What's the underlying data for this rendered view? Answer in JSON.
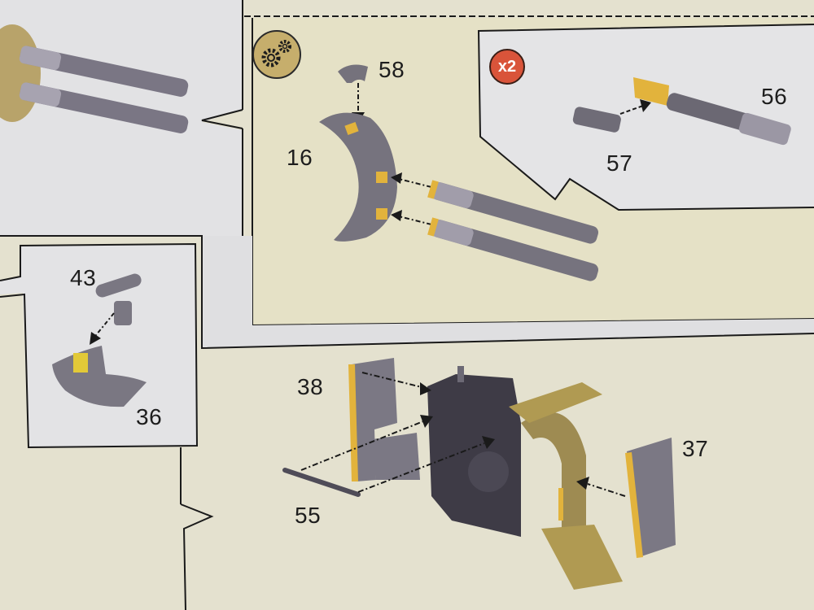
{
  "page": {
    "type": "assembly-instruction-sheet",
    "colors": {
      "paper_beige": "#e4e1cf",
      "panel_grey": "#e0e0e2",
      "part_grey": "#76737c",
      "part_dark": "#3e3b45",
      "highlight_yellow": "#e2b33c",
      "tan_part": "#b09a52",
      "badge_red": "#d9543a",
      "outline": "#1a1a1a"
    }
  },
  "top_left_panel": {
    "description": "completed twin barrels attached to hull",
    "parts": []
  },
  "step_panel": {
    "gear_icon": "gears-icon",
    "labels": {
      "part_58": "58",
      "part_16": "16"
    }
  },
  "callout_barrel": {
    "badge_text": "x2",
    "labels": {
      "part_56": "56",
      "part_57": "57"
    }
  },
  "callout_seat": {
    "labels": {
      "part_43": "43",
      "part_36": "36"
    }
  },
  "bottom_step": {
    "labels": {
      "part_38": "38",
      "part_37": "37",
      "part_55": "55"
    }
  }
}
